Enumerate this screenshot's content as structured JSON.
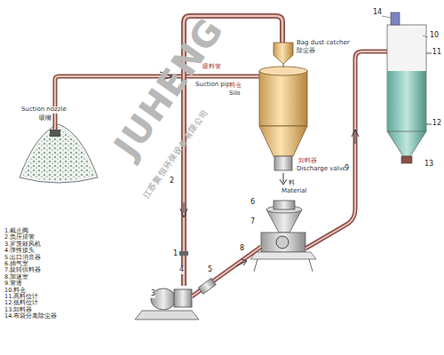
{
  "diagram": {
    "labels": [
      "吸料管",
      "Suction pipe",
      "Bag dust catcher",
      "除尘器",
      "料仓",
      "Silo",
      "卸料器",
      "Discharge valve",
      "料",
      "Material",
      "吸嘴",
      "Suction nozzle",
      "JUHENG",
      "江苏聚恒环保设备有限公司",
      "1",
      "2",
      "3",
      "4",
      "5",
      "6",
      "7",
      "8",
      "9",
      "10",
      "11",
      "12",
      "13",
      "14",
      "1.截止阀",
      "2.负压排管",
      "3.罗茨鼓风机",
      "4.弹性接头",
      "5.出口消音器",
      "6.抽气室",
      "7.旋转供料器",
      "8.加速室",
      "9.管道",
      "10.料仓",
      "11.高料位计",
      "12.低料位计",
      "13.卸料器",
      "14.布袋分离除尘器"
    ]
  }
}
